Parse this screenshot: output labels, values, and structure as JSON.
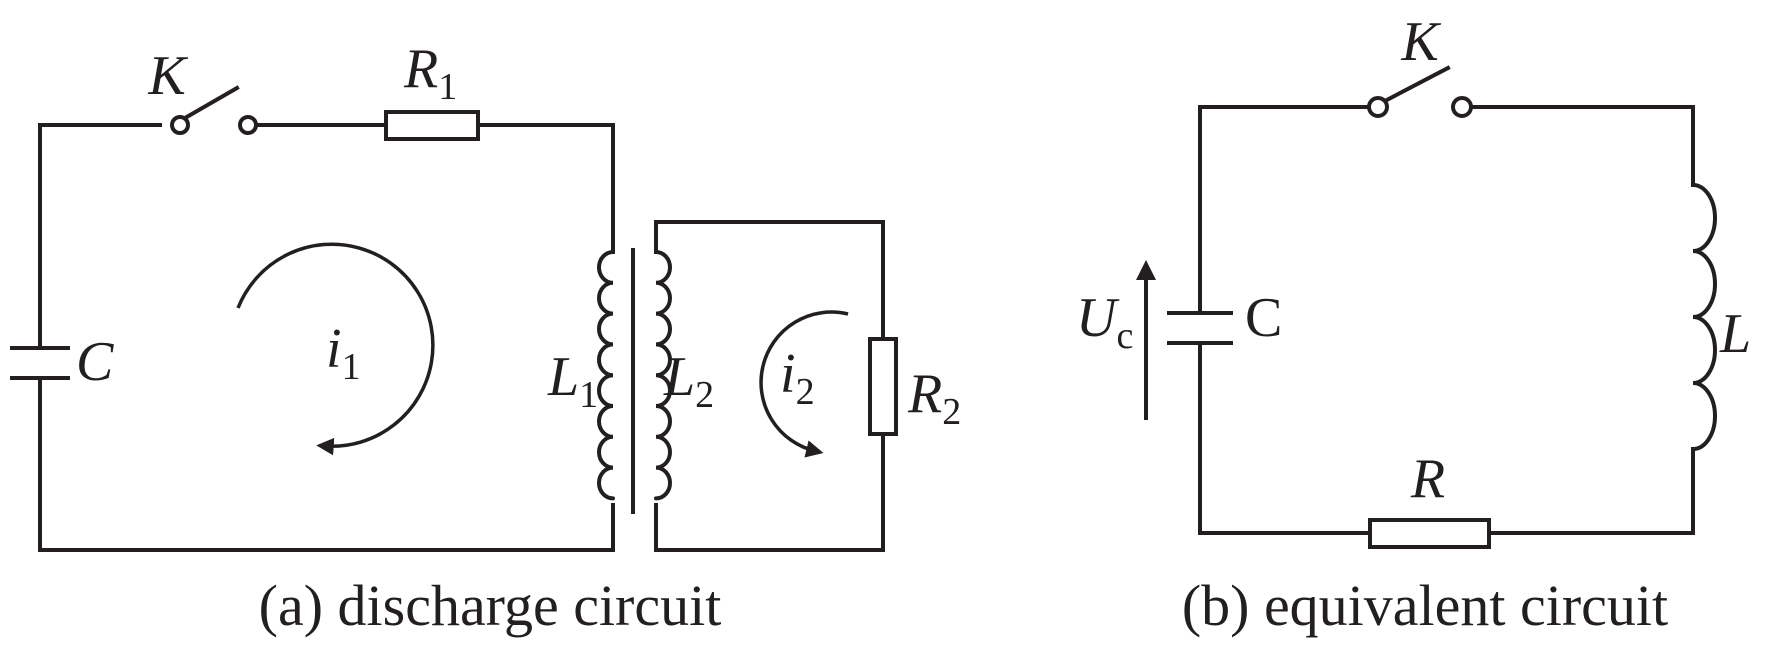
{
  "panel_a": {
    "switch": "K",
    "resistor_1": {
      "base": "R",
      "sub": "1"
    },
    "capacitor": "C",
    "primary_inductor": {
      "base": "L",
      "sub": "1"
    },
    "secondary_inductor": {
      "base": "L",
      "sub": "2"
    },
    "resistor_2": {
      "base": "R",
      "sub": "2"
    },
    "loop_current_1": {
      "base": "i",
      "sub": "1"
    },
    "loop_current_2": {
      "base": "i",
      "sub": "2"
    },
    "caption": "(a) discharge circuit"
  },
  "panel_b": {
    "switch": "K",
    "voltage": {
      "base": "U",
      "sub": "c"
    },
    "capacitor": "C",
    "inductor": "L",
    "resistor": "R",
    "caption": "(b) equivalent circuit"
  },
  "colors": {
    "ink": "#231f20",
    "background": "#ffffff"
  }
}
